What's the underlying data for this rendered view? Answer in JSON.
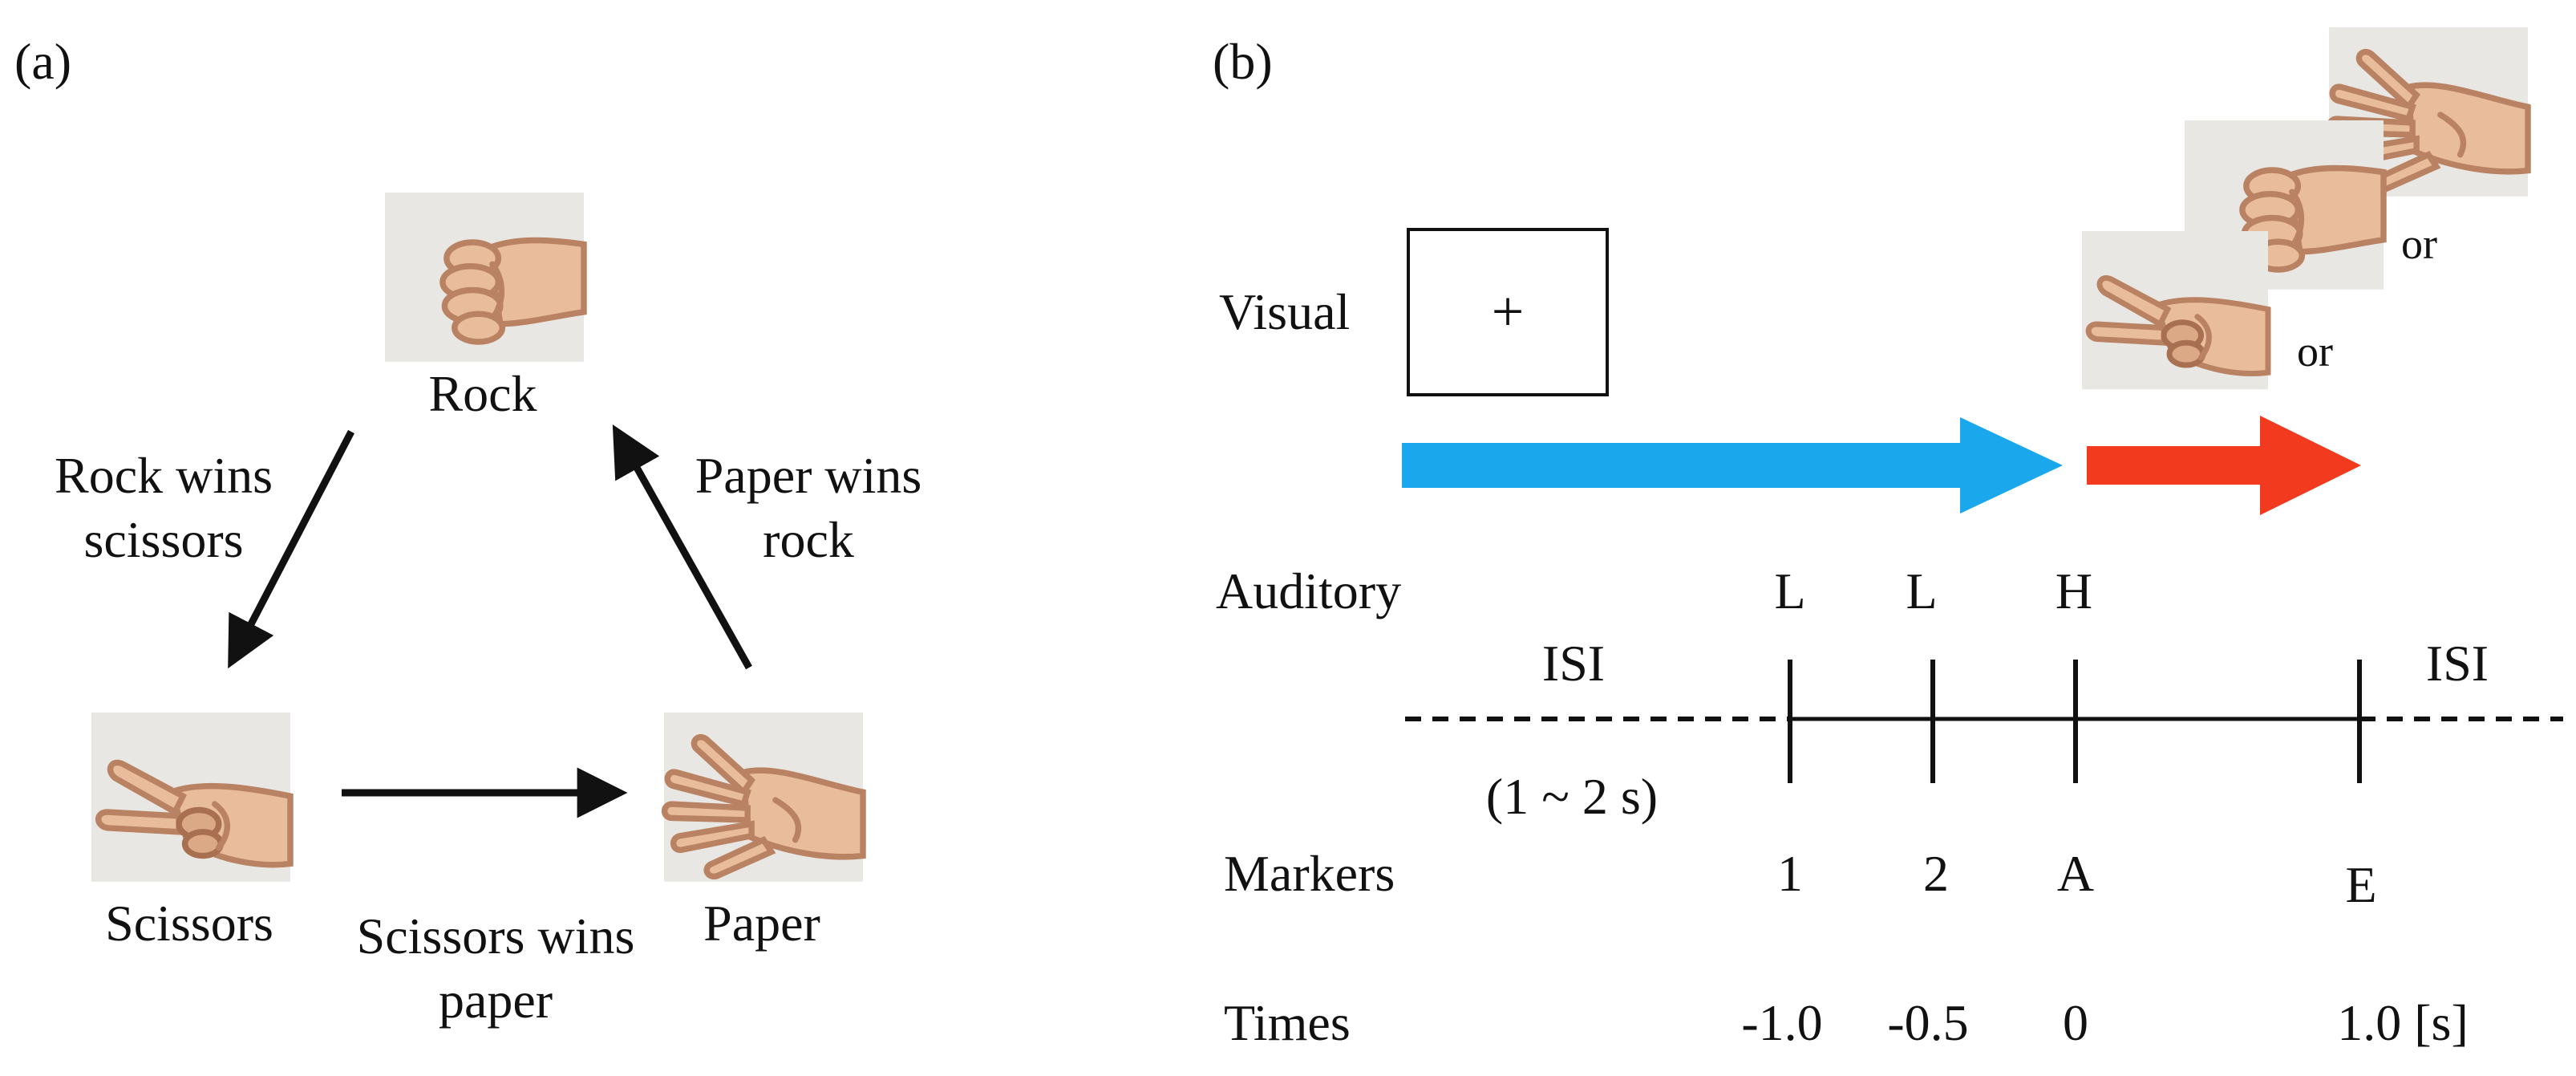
{
  "panel_a": {
    "label": "(a)",
    "nodes": {
      "rock": "Rock",
      "scissors": "Scissors",
      "paper": "Paper"
    },
    "edges": {
      "rock_scissors": [
        "Rock wins",
        "scissors"
      ],
      "paper_rock": [
        "Paper wins",
        "rock"
      ],
      "scissors_paper": [
        "Scissors wins",
        "paper"
      ]
    }
  },
  "panel_b": {
    "label": "(b)",
    "rows": {
      "visual": "Visual",
      "auditory": "Auditory",
      "markers": "Markers",
      "times": "Times"
    },
    "fixation": "+",
    "or_labels": [
      "or",
      "or"
    ],
    "isi_left": "ISI",
    "isi_range": "(1 ~ 2 s)",
    "isi_right": "ISI",
    "tones": [
      "L",
      "L",
      "H"
    ],
    "marker_labels": [
      "1",
      "2",
      "A",
      "E"
    ],
    "time_labels": [
      "-1.0",
      "-0.5",
      "0",
      "1.0 [s]"
    ],
    "colors": {
      "blue_arrow": "#1aa7ec",
      "red_arrow": "#f23a1f"
    }
  }
}
